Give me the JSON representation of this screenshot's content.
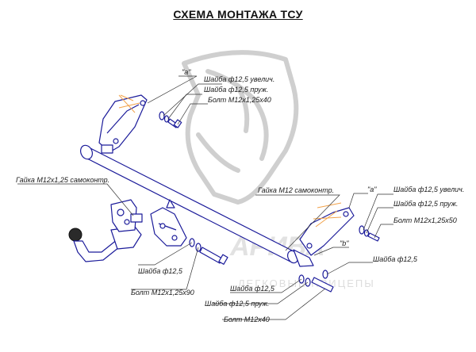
{
  "title": "СХЕМА МОНТАЖА ТСУ",
  "watermark": {
    "brand": "АРИВА",
    "tagline": "ЛЕГКОВЫЕ ПРИЦЕПЫ"
  },
  "colors": {
    "part_outline": "#1b1b9a",
    "marker": "#f2a24a",
    "watermark": "#cfcfcf"
  },
  "labels": {
    "ref_a_left": "\"а\"",
    "ref_a_right": "\"а\"",
    "ref_b": "\"b\"",
    "left_washer_large": "Шайба ф12,5 увелич.",
    "left_washer_spring": "Шайба ф12,5 пруж.",
    "left_bolt": "Болт М12х1,25х40",
    "nut_self_locking_left": "Гайка М12х1,25 самоконтр.",
    "nut_self_locking_mid": "Гайка М12 самоконтр.",
    "right_washer_large": "Шайба ф12,5 увелич.",
    "right_washer_spring": "Шайба ф12,5 пруж.",
    "right_bolt": "Болт М12х1,25х50",
    "washer_mid_left": "Шайба ф12,5",
    "bolt_mid": "Болт М12х1,25х90",
    "washer_right": "Шайба ф12,5",
    "washer_bottom": "Шайба ф12,5",
    "washer_spring_bottom": "Шайба ф12,5 пруж.",
    "bolt_bottom": "Болт М12х40"
  }
}
